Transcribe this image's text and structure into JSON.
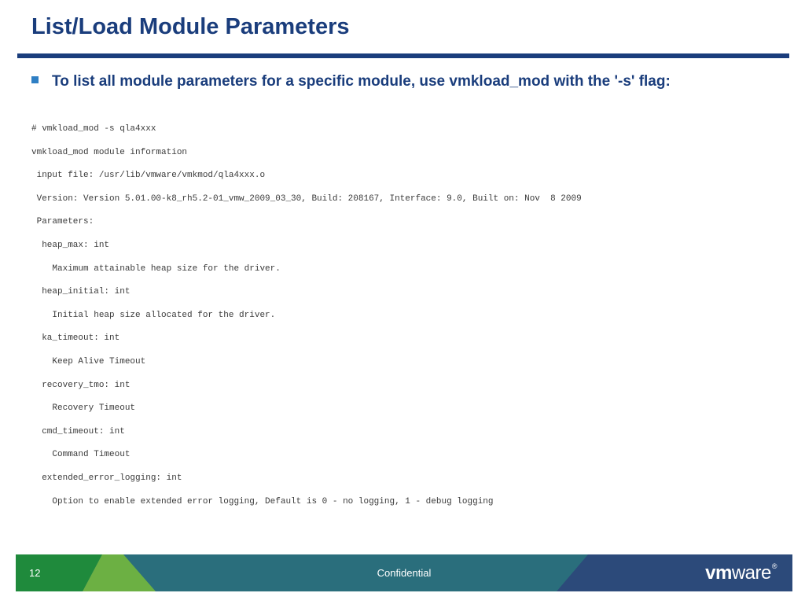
{
  "slide": {
    "title": "List/Load Module Parameters",
    "bullet": "To list all module parameters for a specific module, use vmkload_mod with the '-s' flag:"
  },
  "code_lines": [
    "# vmkload_mod -s qla4xxx",
    "vmkload_mod module information",
    " input file: /usr/lib/vmware/vmkmod/qla4xxx.o",
    " Version: Version 5.01.00-k8_rh5.2-01_vmw_2009_03_30, Build: 208167, Interface: 9.0, Built on: Nov  8 2009",
    " Parameters:",
    "  heap_max: int",
    "    Maximum attainable heap size for the driver.",
    "  heap_initial: int",
    "    Initial heap size allocated for the driver.",
    "  ka_timeout: int",
    "    Keep Alive Timeout",
    "  recovery_tmo: int",
    "    Recovery Timeout",
    "  cmd_timeout: int",
    "    Command Timeout",
    "  extended_error_logging: int",
    "    Option to enable extended error logging, Default is 0 - no logging, 1 - debug logging"
  ],
  "footer": {
    "page_number": "12",
    "confidential": "Confidential",
    "logo_vm": "vm",
    "logo_ware": "ware",
    "logo_reg": "®"
  },
  "colors": {
    "title": "#1a3d7c",
    "bullet_marker": "#2f7fc4",
    "footer_teal": "#2a6e7c",
    "footer_dark_green": "#1f8a3c",
    "footer_light_green": "#6cb043",
    "footer_navy": "#2c4a7a"
  },
  "icons": {
    "bullet": "square-bullet-icon",
    "logo": "vmware-logo"
  }
}
